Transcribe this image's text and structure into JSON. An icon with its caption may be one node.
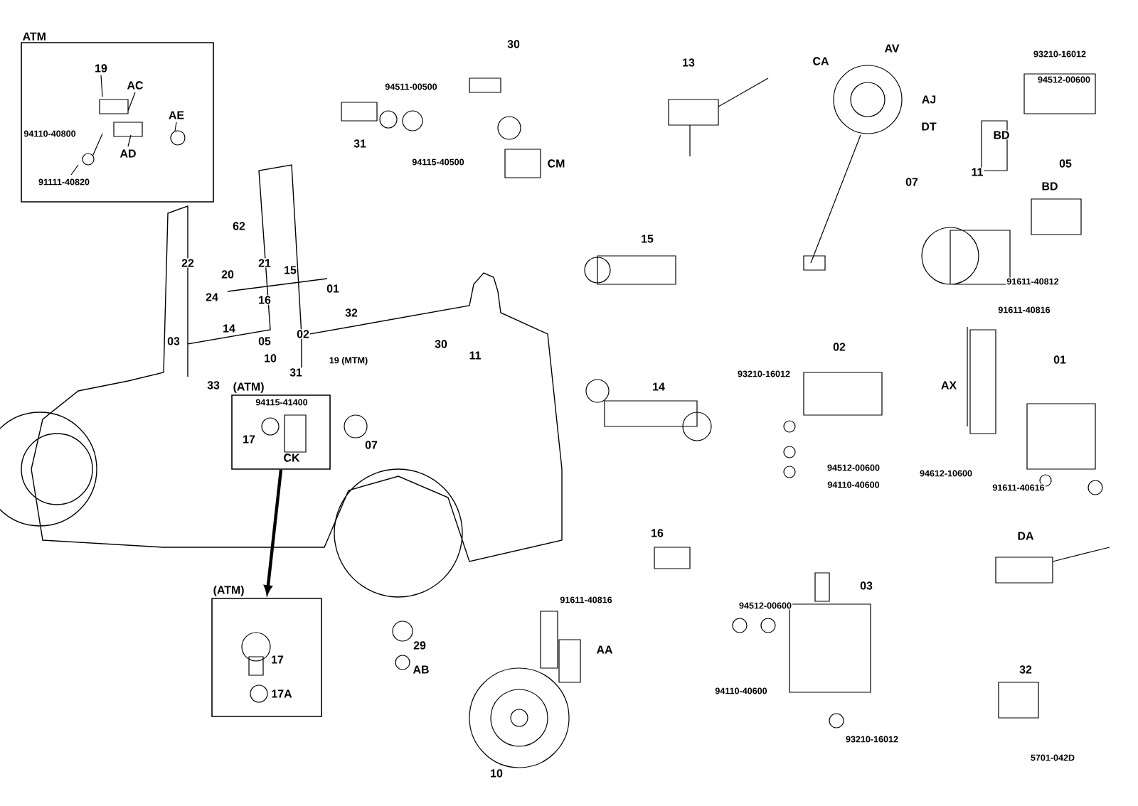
{
  "diagram": {
    "nodes": [
      {
        "text": [
          "ATM"
        ]
      },
      {
        "text": [
          "(ATM)"
        ]
      },
      {
        "text": [
          "(ATM)"
        ]
      }
    ],
    "edges": [
      {
        "from": 1,
        "to": 2,
        "arrow": "to"
      }
    ],
    "labels": [
      "19",
      "AC",
      "AE",
      "94110-40800",
      "AD",
      "91111-40820",
      "30",
      "94511-00500",
      "CM",
      "31",
      "94115-40500",
      "13",
      "CA",
      "AV",
      "AJ",
      "DT",
      "07",
      "93210-16012",
      "94512-00600",
      "BD",
      "05",
      "11",
      "BD",
      "15",
      "91611-40812",
      "91611-40816",
      "62",
      "22",
      "21",
      "20",
      "15",
      "01",
      "24",
      "16",
      "14",
      "32",
      "05",
      "02",
      "03",
      "10",
      "19 (MTM)",
      "30",
      "11",
      "31",
      "33",
      "94115-41400",
      "17",
      "CK",
      "07",
      "14",
      "02",
      "93210-16012",
      "94512-00600",
      "94110-40600",
      "AX",
      "01",
      "94612-10600",
      "91611-40616",
      "16",
      "DA",
      "17",
      "17A",
      "29",
      "AB",
      "91611-40816",
      "AA",
      "94512-00600",
      "03",
      "94110-40600",
      "10",
      "93210-16012",
      "32",
      "5701-042D"
    ]
  }
}
